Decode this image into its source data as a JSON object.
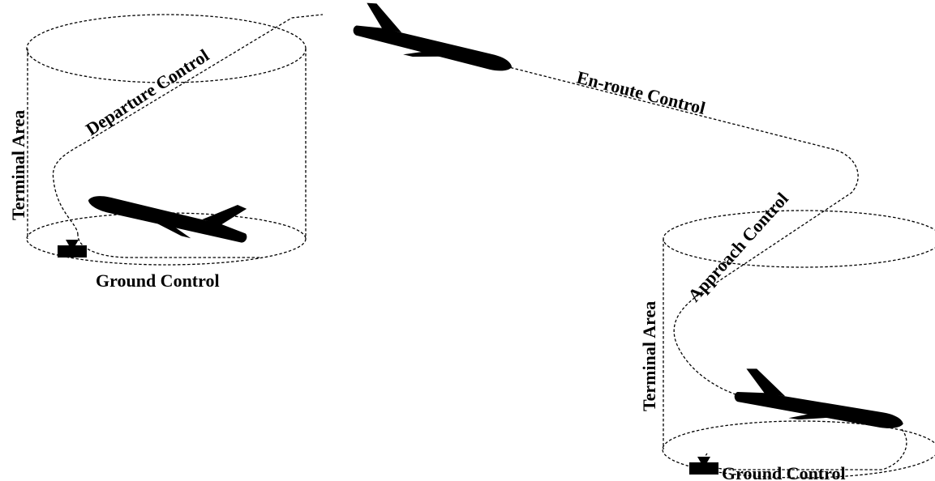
{
  "labels": {
    "departure_control": "Departure Control",
    "en_route_control": "En-route Control",
    "approach_control": "Approach Control",
    "terminal_area_left": "Terminal Area",
    "terminal_area_right": "Terminal Area",
    "ground_control_left": "Ground Control",
    "ground_control_right": "Ground Control"
  },
  "colors": {
    "ink": "#000000",
    "background": "#ffffff"
  },
  "icons": {
    "aircraft": "airplane-icon",
    "control_tower": "tower-icon"
  }
}
